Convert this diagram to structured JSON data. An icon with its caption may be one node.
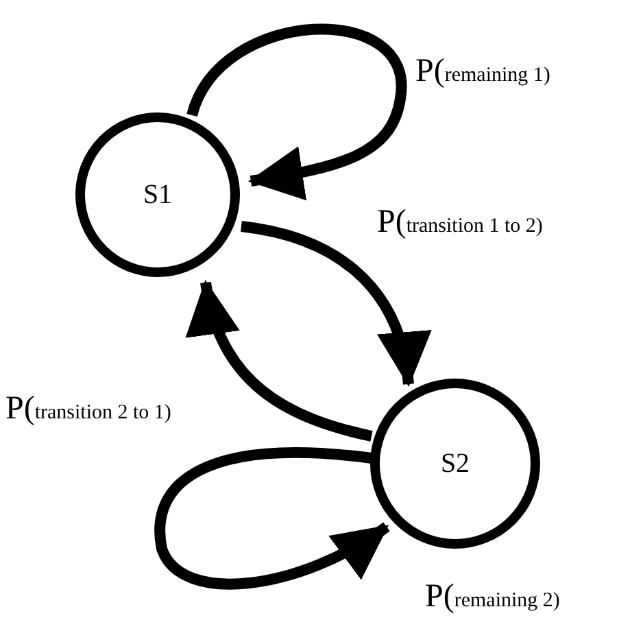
{
  "diagram": {
    "nodes": [
      {
        "text": [
          "S1"
        ]
      },
      {
        "text": [
          "S2"
        ]
      }
    ],
    "edges": [
      {
        "from": 0,
        "to": 0,
        "arrow": "to",
        "label": "P(remaining 1)"
      },
      {
        "from": 0,
        "to": 1,
        "arrow": "to",
        "label": "P(transition 1 to 2)"
      },
      {
        "from": 1,
        "to": 0,
        "arrow": "to",
        "label": "P(transition 2 to 1)"
      },
      {
        "from": 1,
        "to": 1,
        "arrow": "to",
        "label": "P(remaining 2)"
      }
    ]
  }
}
